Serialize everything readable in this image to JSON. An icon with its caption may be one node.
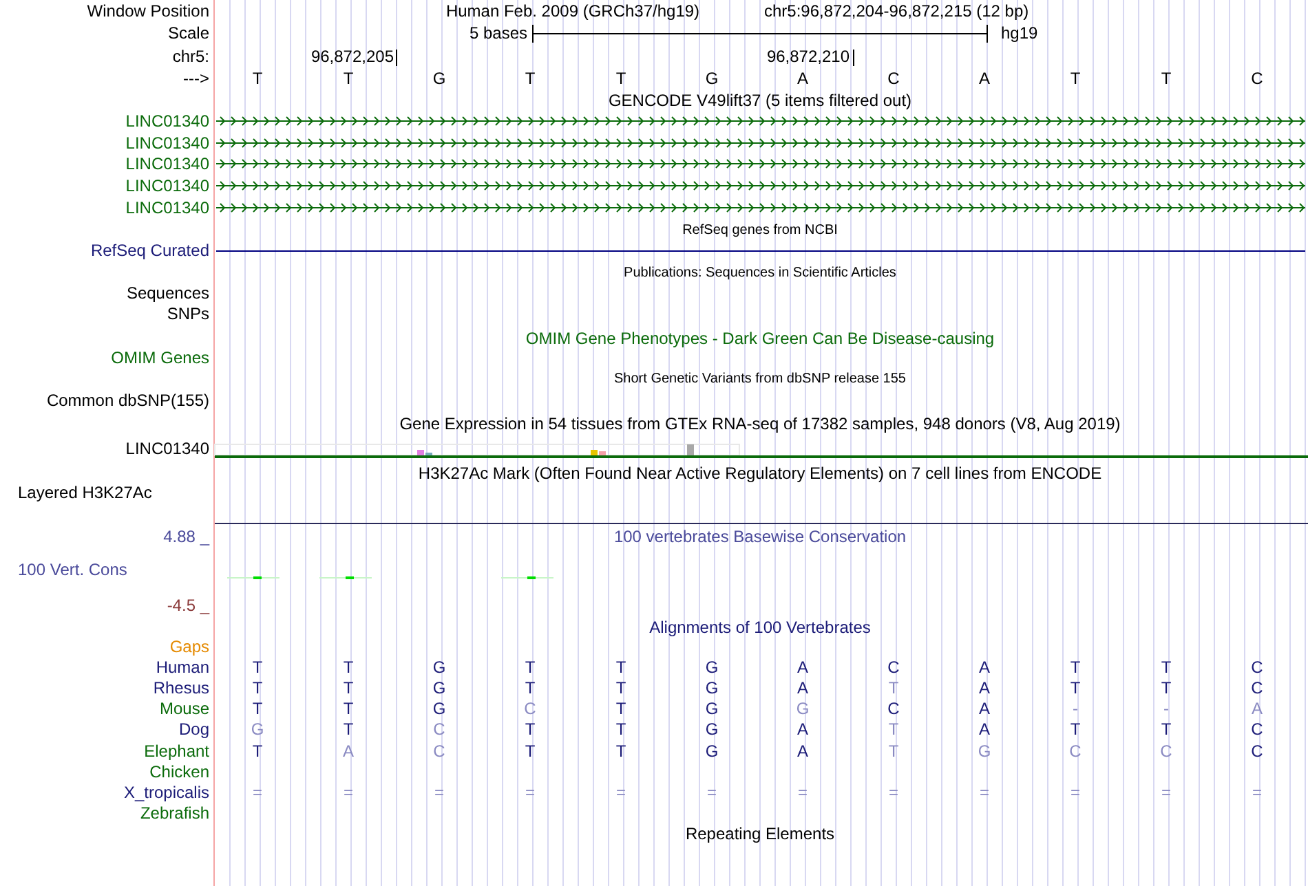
{
  "diagram": {
    "labels": [
      "Window Position",
      "Human Feb. 2009 (GRCh37/hg19)",
      "chr5:96,872,204-96,872,215 (12 bp)",
      "Scale",
      "5 bases",
      "hg19",
      "chr5:",
      "96,872,205",
      "96,872,210",
      "--->",
      "T",
      "T",
      "G",
      "T",
      "T",
      "G",
      "A",
      "C",
      "A",
      "T",
      "T",
      "C",
      "GENCODE V49lift37 (5 items filtered out)",
      "LINC01340",
      "LINC01340",
      "LINC01340",
      "LINC01340",
      "LINC01340",
      "RefSeq genes from NCBI",
      "RefSeq Curated",
      "Publications: Sequences in Scientific Articles",
      "Sequences",
      "SNPs",
      "OMIM Gene Phenotypes - Dark Green Can Be Disease-causing",
      "OMIM Genes",
      "Short Genetic Variants from dbSNP release 155",
      "Common dbSNP(155)",
      "Gene Expression in 54 tissues from GTEx RNA-seq of 17382 samples, 948 donors (V8, Aug 2019)",
      "LINC01340",
      "H3K27Ac Mark (Often Found Near Active Regulatory Elements) on 7 cell lines from ENCODE",
      "Layered H3K27Ac",
      "4.88 _",
      "100 vertebrates Basewise Conservation",
      "100 Vert. Cons",
      "-4.5 _",
      "Alignments of 100 Vertebrates",
      "Gaps",
      "Human",
      "T",
      "T",
      "G",
      "T",
      "T",
      "G",
      "A",
      "C",
      "A",
      "T",
      "T",
      "C",
      "Rhesus",
      "T",
      "T",
      "G",
      "T",
      "T",
      "G",
      "A",
      "T",
      "A",
      "T",
      "T",
      "C",
      "Mouse",
      "T",
      "T",
      "G",
      "C",
      "T",
      "G",
      "G",
      "C",
      "A",
      "-",
      "-",
      "A",
      "Dog",
      "G",
      "T",
      "C",
      "T",
      "T",
      "G",
      "A",
      "T",
      "A",
      "T",
      "T",
      "C",
      "Elephant",
      "T",
      "A",
      "C",
      "T",
      "T",
      "G",
      "A",
      "T",
      "G",
      "C",
      "C",
      "C",
      "Chicken",
      "X_tropicalis",
      "=",
      "=",
      "=",
      "=",
      "=",
      "=",
      "=",
      "=",
      "=",
      "=",
      "=",
      "=",
      "Zebrafish",
      "Repeating Elements"
    ]
  }
}
